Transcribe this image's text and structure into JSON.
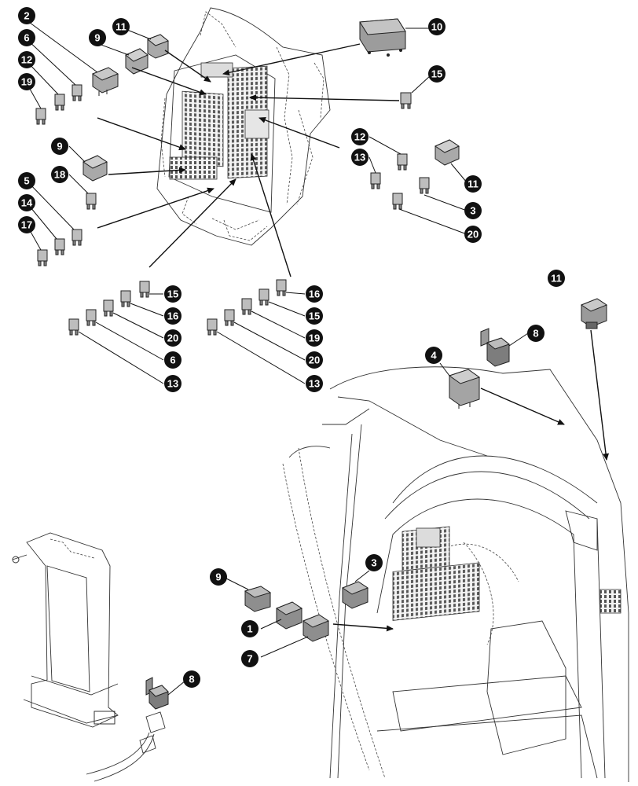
{
  "callouts": [
    {
      "id": "c2",
      "label": "2"
    },
    {
      "id": "c6a",
      "label": "6"
    },
    {
      "id": "c12a",
      "label": "12"
    },
    {
      "id": "c19a",
      "label": "19"
    },
    {
      "id": "c9a",
      "label": "9"
    },
    {
      "id": "c11a",
      "label": "11"
    },
    {
      "id": "c10",
      "label": "10"
    },
    {
      "id": "c15a",
      "label": "15"
    },
    {
      "id": "c12b",
      "label": "12"
    },
    {
      "id": "c13a",
      "label": "13"
    },
    {
      "id": "c11b",
      "label": "11"
    },
    {
      "id": "c3a",
      "label": "3"
    },
    {
      "id": "c20a",
      "label": "20"
    },
    {
      "id": "c9b",
      "label": "9"
    },
    {
      "id": "c18",
      "label": "18"
    },
    {
      "id": "c5",
      "label": "5"
    },
    {
      "id": "c14",
      "label": "14"
    },
    {
      "id": "c17",
      "label": "17"
    },
    {
      "id": "c15b",
      "label": "15"
    },
    {
      "id": "c16a",
      "label": "16"
    },
    {
      "id": "c20b",
      "label": "20"
    },
    {
      "id": "c6b",
      "label": "6"
    },
    {
      "id": "c13b",
      "label": "13"
    },
    {
      "id": "c16b",
      "label": "16"
    },
    {
      "id": "c15c",
      "label": "15"
    },
    {
      "id": "c19b",
      "label": "19"
    },
    {
      "id": "c20c",
      "label": "20"
    },
    {
      "id": "c13c",
      "label": "13"
    },
    {
      "id": "c11c",
      "label": "11"
    },
    {
      "id": "c8a",
      "label": "8"
    },
    {
      "id": "c4",
      "label": "4"
    },
    {
      "id": "c3b",
      "label": "3"
    },
    {
      "id": "c9c",
      "label": "9"
    },
    {
      "id": "c1",
      "label": "1"
    },
    {
      "id": "c7",
      "label": "7"
    },
    {
      "id": "c8b",
      "label": "8"
    }
  ]
}
